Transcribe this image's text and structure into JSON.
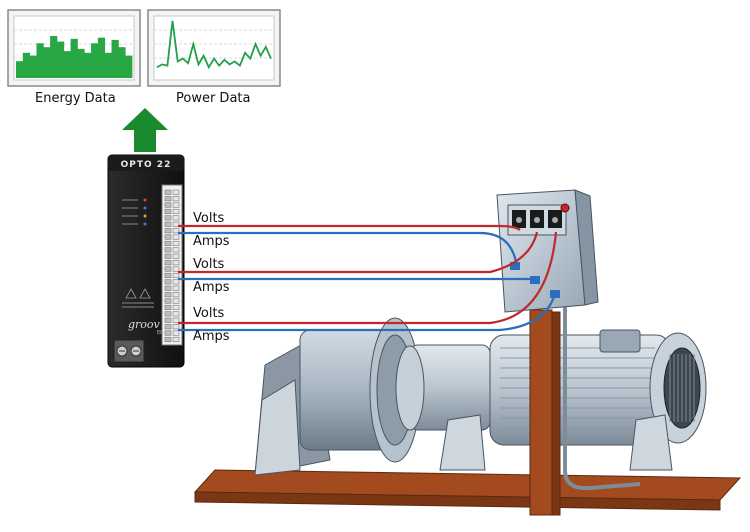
{
  "panels": {
    "energy": {
      "caption": "Energy Data",
      "bar_levels": [
        0.3,
        0.45,
        0.4,
        0.62,
        0.55,
        0.75,
        0.65,
        0.48,
        0.7,
        0.52,
        0.45,
        0.62,
        0.72,
        0.45,
        0.68,
        0.55,
        0.4
      ],
      "color": "#28a745"
    },
    "power": {
      "caption": "Power Data",
      "line_levels": [
        0.15,
        0.2,
        0.18,
        0.95,
        0.25,
        0.3,
        0.22,
        0.55,
        0.2,
        0.35,
        0.15,
        0.3,
        0.18,
        0.28,
        0.2,
        0.25,
        0.18,
        0.4,
        0.3,
        0.55,
        0.35,
        0.5,
        0.3
      ],
      "color": "#22a14a"
    }
  },
  "controller": {
    "brand": "OPTO 22",
    "model_logo": "groov",
    "model_sub": "EPIC"
  },
  "wire_labels": [
    "Volts",
    "Amps",
    "Volts",
    "Amps",
    "Volts",
    "Amps"
  ],
  "colors": {
    "volts_wire": "#c0282d",
    "amps_wire": "#2a6ebd",
    "arrow": "#1a8a2e",
    "frame": "#a34a1f"
  }
}
